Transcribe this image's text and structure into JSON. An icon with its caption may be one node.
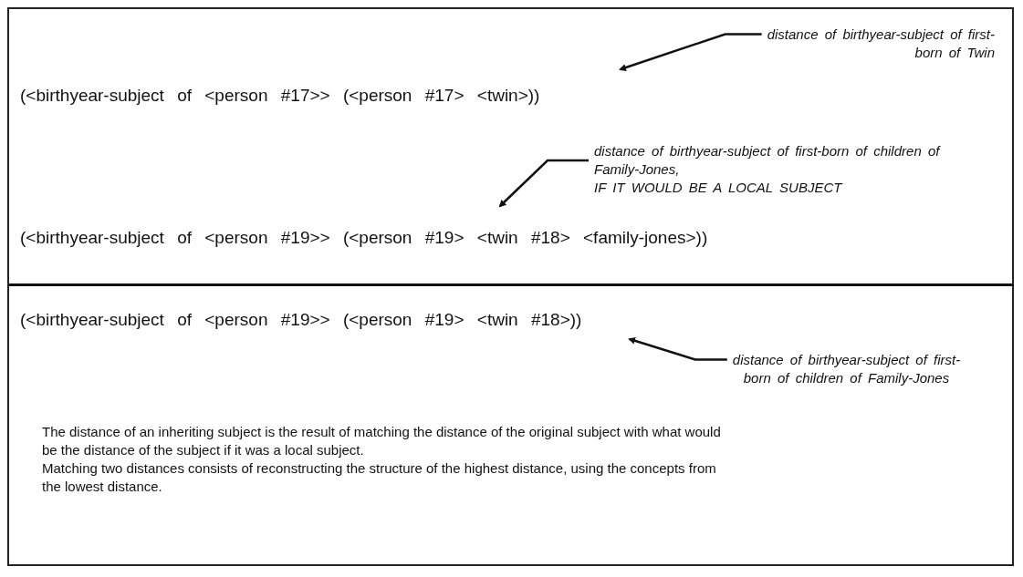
{
  "diagram": {
    "nodes": [
      {
        "text": [
          "distance of birthyear-subject of first-born of Twin"
        ]
      },
      {
        "text": [
          "distance of birthyear-subject of first-born of children of Family-Jones,",
          "IF IT WOULD BE A LOCAL SUBJECT"
        ]
      },
      {
        "text": [
          "distance of birthyear-subject of first-born of children of Family-Jones"
        ]
      }
    ],
    "edges": [
      {
        "from": 0,
        "to": null,
        "arrow": "to"
      },
      {
        "from": 1,
        "to": null,
        "arrow": "to"
      },
      {
        "from": 2,
        "to": null,
        "arrow": "to"
      }
    ],
    "labels": [
      "(<birthyear-subject of <person #17>> (<person #17> <twin>))",
      "(<birthyear-subject of <person #19>> (<person #19> <twin #18> <family-jones>))",
      "(<birthyear-subject of <person #19>> (<person #19> <twin #18>))",
      "The distance of an inheriting subject is the result of matching the distance of the original subject with what would be the distance of the subject if it was a local subject.",
      "Matching two distances consists of reconstructing the structure of the highest distance, using the concepts from the lowest distance."
    ]
  }
}
